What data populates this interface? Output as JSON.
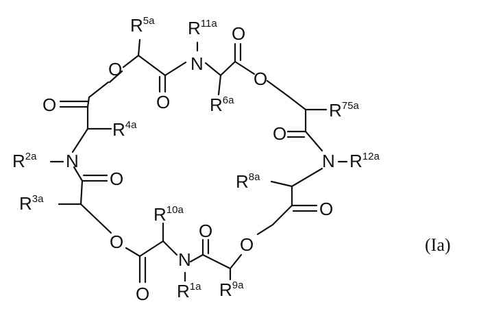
{
  "atoms": {
    "o_ester_top_left": "O",
    "n_top": "N",
    "o_carbonyl_top_right": "O",
    "o_carbonyl_top_mid": "O",
    "o_ester_top_right": "O",
    "o_carbonyl_left": "O",
    "n_left": "N",
    "o_carbonyl_left_lower": "O",
    "o_carbonyl_right_upper": "O",
    "n_right": "N",
    "o_carbonyl_right_lower": "O",
    "o_ester_bottom_left": "O",
    "n_bottom": "N",
    "o_carbonyl_bottom_right": "O",
    "o_ester_bottom_right": "O",
    "o_carbonyl_bottom_left": "O"
  },
  "substituents": {
    "r5a": {
      "base": "R",
      "sup": "5a"
    },
    "r11a": {
      "base": "R",
      "sup": "11a"
    },
    "r6a": {
      "base": "R",
      "sup": "6a"
    },
    "r4a": {
      "base": "R",
      "sup": "4a"
    },
    "r75a": {
      "base": "R",
      "sup": "75a"
    },
    "r2a": {
      "base": "R",
      "sup": "2a"
    },
    "r12a": {
      "base": "R",
      "sup": "12a"
    },
    "r8a": {
      "base": "R",
      "sup": "8a"
    },
    "r3a": {
      "base": "R",
      "sup": "3a"
    },
    "r10a": {
      "base": "R",
      "sup": "10a"
    },
    "r1a": {
      "base": "R",
      "sup": "1a"
    },
    "r9a": {
      "base": "R",
      "sup": "9a"
    }
  },
  "formula_label": "(Ia)",
  "colors": {
    "ink": "#111111",
    "background": "#ffffff"
  }
}
